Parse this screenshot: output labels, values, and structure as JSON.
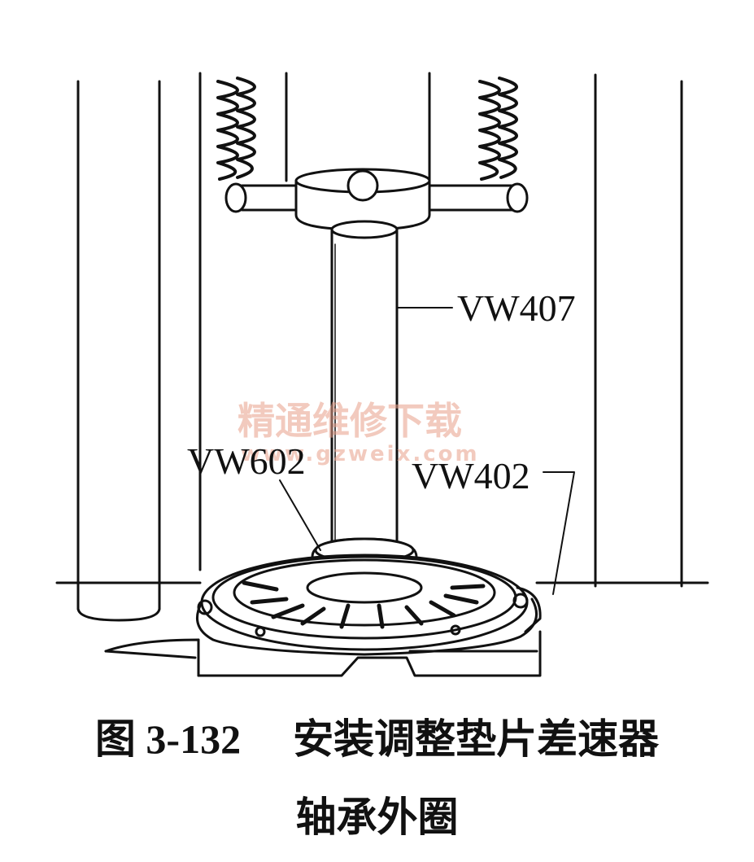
{
  "labels": {
    "vw407": "VW407",
    "vw602": "VW602",
    "vw402": "VW402"
  },
  "watermark": {
    "title": "精通维修下载",
    "url": "www.gzweix.com",
    "color": "#e8a089"
  },
  "caption": {
    "figure_number": "图 3-132",
    "line1": "安装调整垫片差速器",
    "line2": "轴承外圈"
  },
  "colors": {
    "ink": "#111111",
    "paper": "#ffffff"
  }
}
